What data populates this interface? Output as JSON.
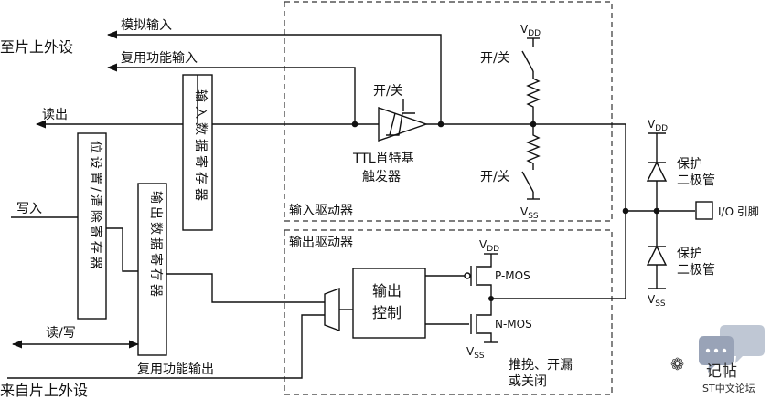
{
  "labels": {
    "to_peripheral": "至片上外设",
    "analog_input": "模拟输入",
    "af_input": "复用功能输入",
    "read": "读出",
    "write": "写入",
    "read_write": "读/写",
    "from_peripheral": "来自片上外设",
    "af_output": "复用功能输出",
    "bsrr": "位设置/清除寄存器",
    "idr": "输入数据寄存器",
    "odr": "输出数据寄存器",
    "onoff_top_trigger": "开/关",
    "onoff_pullup": "开/关",
    "onoff_pulldown": "开/关",
    "ttl_line1": "TTL肖特基",
    "ttl_line2": "触发器",
    "input_driver": "输入驱动器",
    "output_driver": "输出驱动器",
    "output_control_1": "输出",
    "output_control_2": "控制",
    "pmos": "P-MOS",
    "nmos": "N-MOS",
    "pushpull_1": "推挽、开漏",
    "pushpull_2": "或关闭",
    "protect_1": "保护",
    "protect_2": "二极管",
    "protect_3": "保护",
    "protect_4": "二极管",
    "io_pin": "I/O 引脚",
    "v_letter": "V",
    "dd": "DD",
    "ss": "SS"
  },
  "watermark": {
    "title": "记帖",
    "subtitle": "ST中文论坛"
  }
}
